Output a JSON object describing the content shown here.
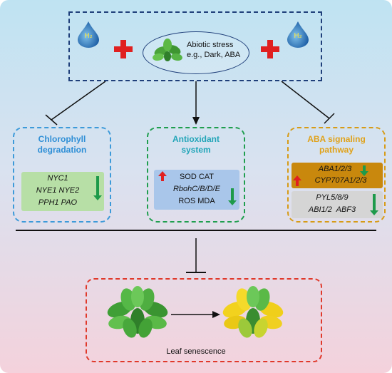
{
  "top": {
    "stress_line1": "Abiotic stress",
    "stress_line2": "e.g., Dark, ABA",
    "h2_left": "H₂",
    "h2_right": "H₂"
  },
  "panels": {
    "chlorophyll": {
      "title_line1": "Chlorophyll",
      "title_line2": "degradation",
      "genes": [
        "NYC1",
        "NYE1 NYE2",
        "PPH1 PAO"
      ]
    },
    "antioxidant": {
      "title_line1": "Antioxidant",
      "title_line2": "system",
      "lines": [
        "SOD CAT",
        "RbohC/B/D/E",
        "ROS MDA"
      ]
    },
    "aba": {
      "title_line1": "ABA signaling",
      "title_line2": "pathway",
      "upper": [
        "ABA1/2/3",
        "CYP707A1/2/3"
      ],
      "lower": [
        "PYL5/8/9",
        "ABI1/2  ABF3"
      ]
    }
  },
  "bottom": {
    "label": "Leaf senescence"
  },
  "colors": {
    "chlorophyll_border": "#3d9ad9",
    "antioxidant_border": "#1f9e4e",
    "aba_border": "#d79b16",
    "bottom_border": "#e0392b",
    "down_arrow": "#1e9a4a",
    "up_arrow": "#e02020"
  }
}
